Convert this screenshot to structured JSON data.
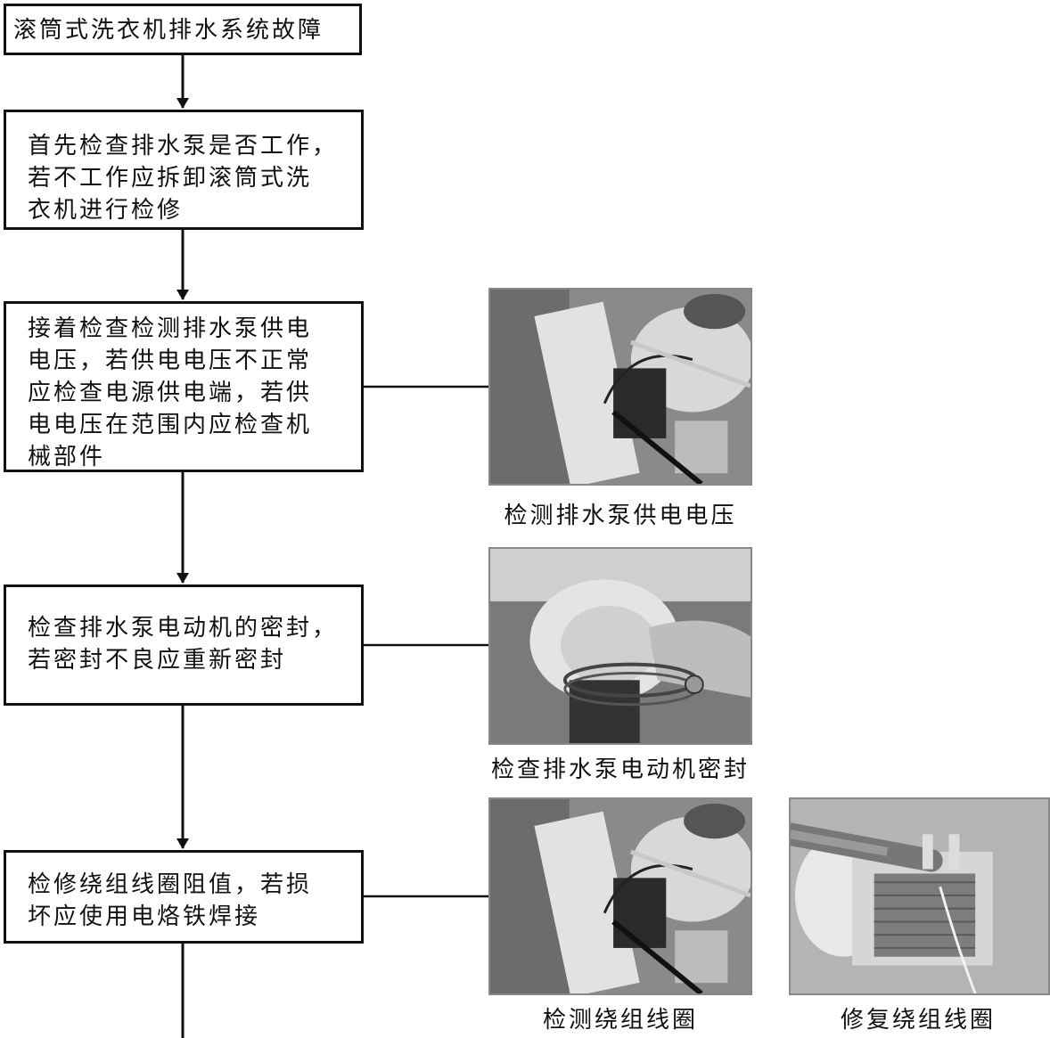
{
  "flow": {
    "step1": [
      "滚筒式洗衣机排水系统故障"
    ],
    "step2": [
      "首先检查排水泵是否工作，",
      "若不工作应拆卸滚筒式洗",
      "衣机进行检修"
    ],
    "step3": [
      "接着检查检测排水泵供电",
      "电压，若供电电压不正常",
      "应检查电源供电端，若供",
      "电电压在范围内应检查机",
      "械部件"
    ],
    "step4": [
      "检查排水泵电动机的密封，",
      "若密封不良应重新密封"
    ],
    "step5": [
      "检修绕组线圈阻值，若损",
      "坏应使用电烙铁焊接"
    ]
  },
  "captions": {
    "photo1": "检测排水泵供电电压",
    "photo2": "检查排水泵电动机密封",
    "photo3": "检测绕组线圈",
    "photo4": "修复绕组线圈"
  }
}
